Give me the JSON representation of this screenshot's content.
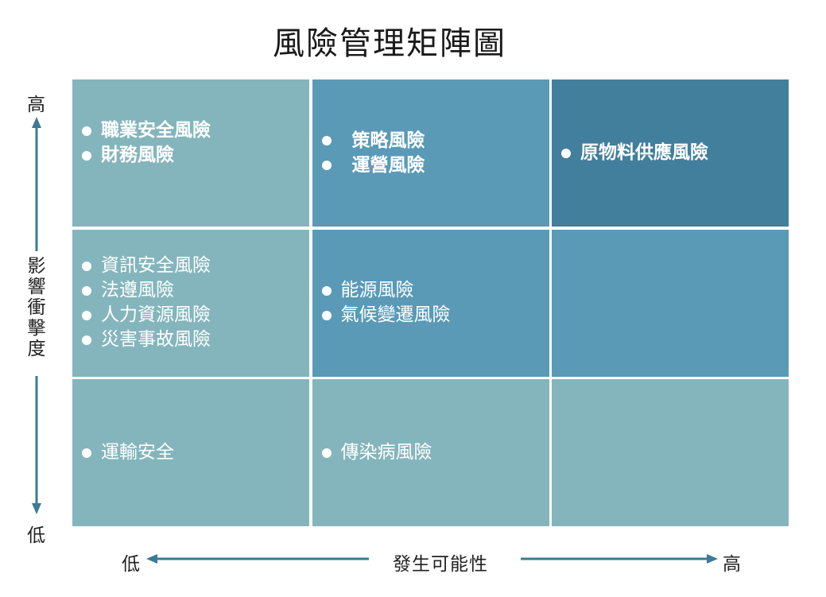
{
  "title": "風險管理矩陣圖",
  "y_axis": {
    "high": "高",
    "low": "低",
    "label": "影響衝擊度"
  },
  "x_axis": {
    "low": "低",
    "high": "高",
    "label": "發生可能性"
  },
  "colors": {
    "light": "#84b5bc",
    "mid": "#5a9ab7",
    "dark": "#417f9c",
    "arrow": "#3d7a94"
  },
  "matrix": {
    "row_high": {
      "col_low": [
        "職業安全風險",
        "財務風險"
      ],
      "col_mid": [
        "策略風險",
        "運營風險"
      ],
      "col_high": [
        "原物料供應風險"
      ]
    },
    "row_mid": {
      "col_low": [
        "資訊安全風險",
        "法遵風險",
        "人力資源風險",
        "災害事故風險"
      ],
      "col_mid": [
        "能源風險",
        "氣候變遷風險"
      ],
      "col_high": []
    },
    "row_low": {
      "col_low": [
        "運輸安全"
      ],
      "col_mid": [
        "傳染病風險"
      ],
      "col_high": []
    }
  }
}
